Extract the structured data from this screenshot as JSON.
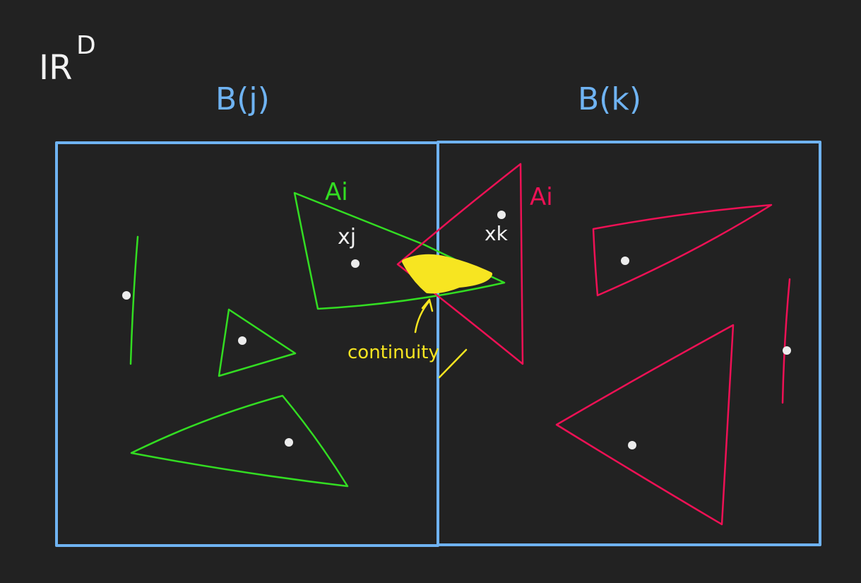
{
  "colors": {
    "background": "#222222",
    "box_j": "#6fb3f2",
    "box_k": "#6fb3f2",
    "green_shapes": "#33dd22",
    "pink_shapes": "#ee1155",
    "highlight": "#f7e521",
    "points": "#ececec"
  },
  "space_label": {
    "main": "IR",
    "superscript": "D"
  },
  "boxes": {
    "left_title": "B(j)",
    "right_title": "B(k)"
  },
  "regions": {
    "green_label": "Ai",
    "pink_label": "Ai"
  },
  "centers": {
    "green_center": "xj",
    "pink_center": "xk"
  },
  "annotation": {
    "highlight_label": "continuity"
  }
}
